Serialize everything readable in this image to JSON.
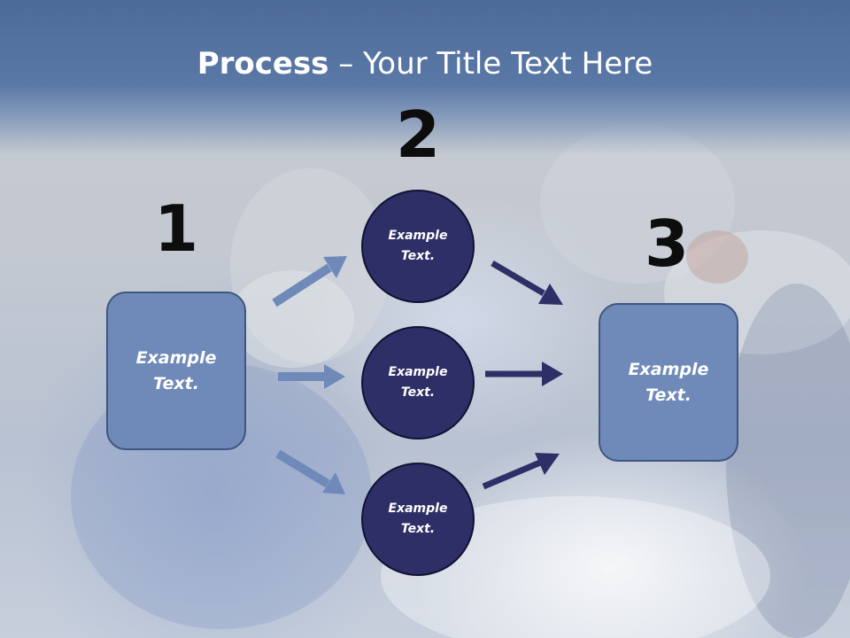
{
  "title": {
    "bold": "Process",
    "rest": " – Your Title Text Here"
  },
  "steps": {
    "one": {
      "number": "1",
      "label": "Example\nText."
    },
    "two": {
      "number": "2",
      "circles": [
        {
          "label": "Example\nText."
        },
        {
          "label": "Example\nText."
        },
        {
          "label": "Example\nText."
        }
      ]
    },
    "three": {
      "number": "3",
      "label": "Example\nText."
    }
  },
  "colors": {
    "box_fill": "#6f8ab8",
    "circle_fill": "#2e2f66",
    "light_arrow": "#6f8ab8",
    "dark_arrow": "#2e2f66",
    "title_band": "#5a78a6"
  }
}
